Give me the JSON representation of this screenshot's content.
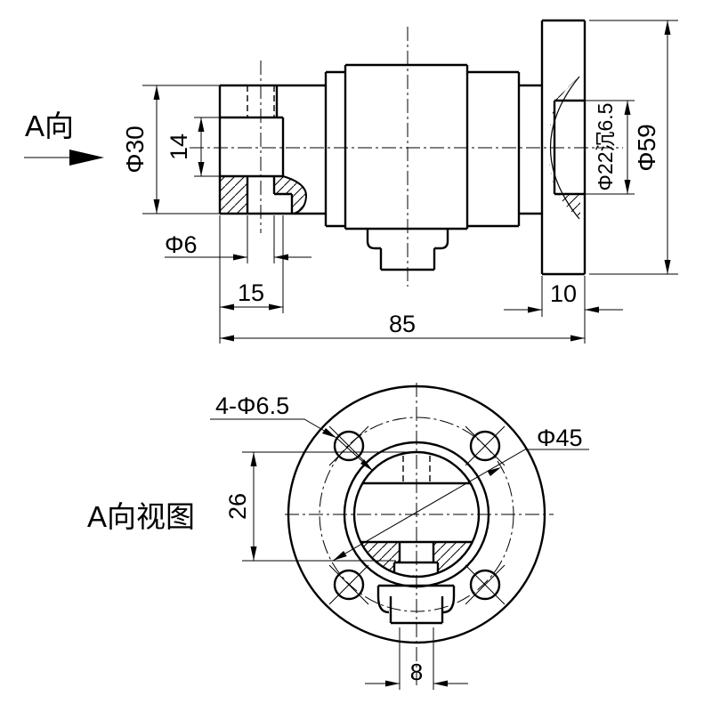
{
  "page": {
    "background": "#ffffff",
    "line_color": "#000000"
  },
  "side_view": {
    "view_label": "A向",
    "dims": {
      "phi30": "Φ30",
      "slot_height": "14",
      "phi6": "Φ6",
      "len15": "15",
      "len85": "85",
      "len10": "10",
      "phi59": "Φ59",
      "counterbore": "Φ22沉6.5"
    }
  },
  "a_view": {
    "title": "A向视图",
    "dims": {
      "bolt_holes": "4-Φ6.5",
      "bolt_circle": "Φ45",
      "len26": "26",
      "len8": "8"
    }
  }
}
